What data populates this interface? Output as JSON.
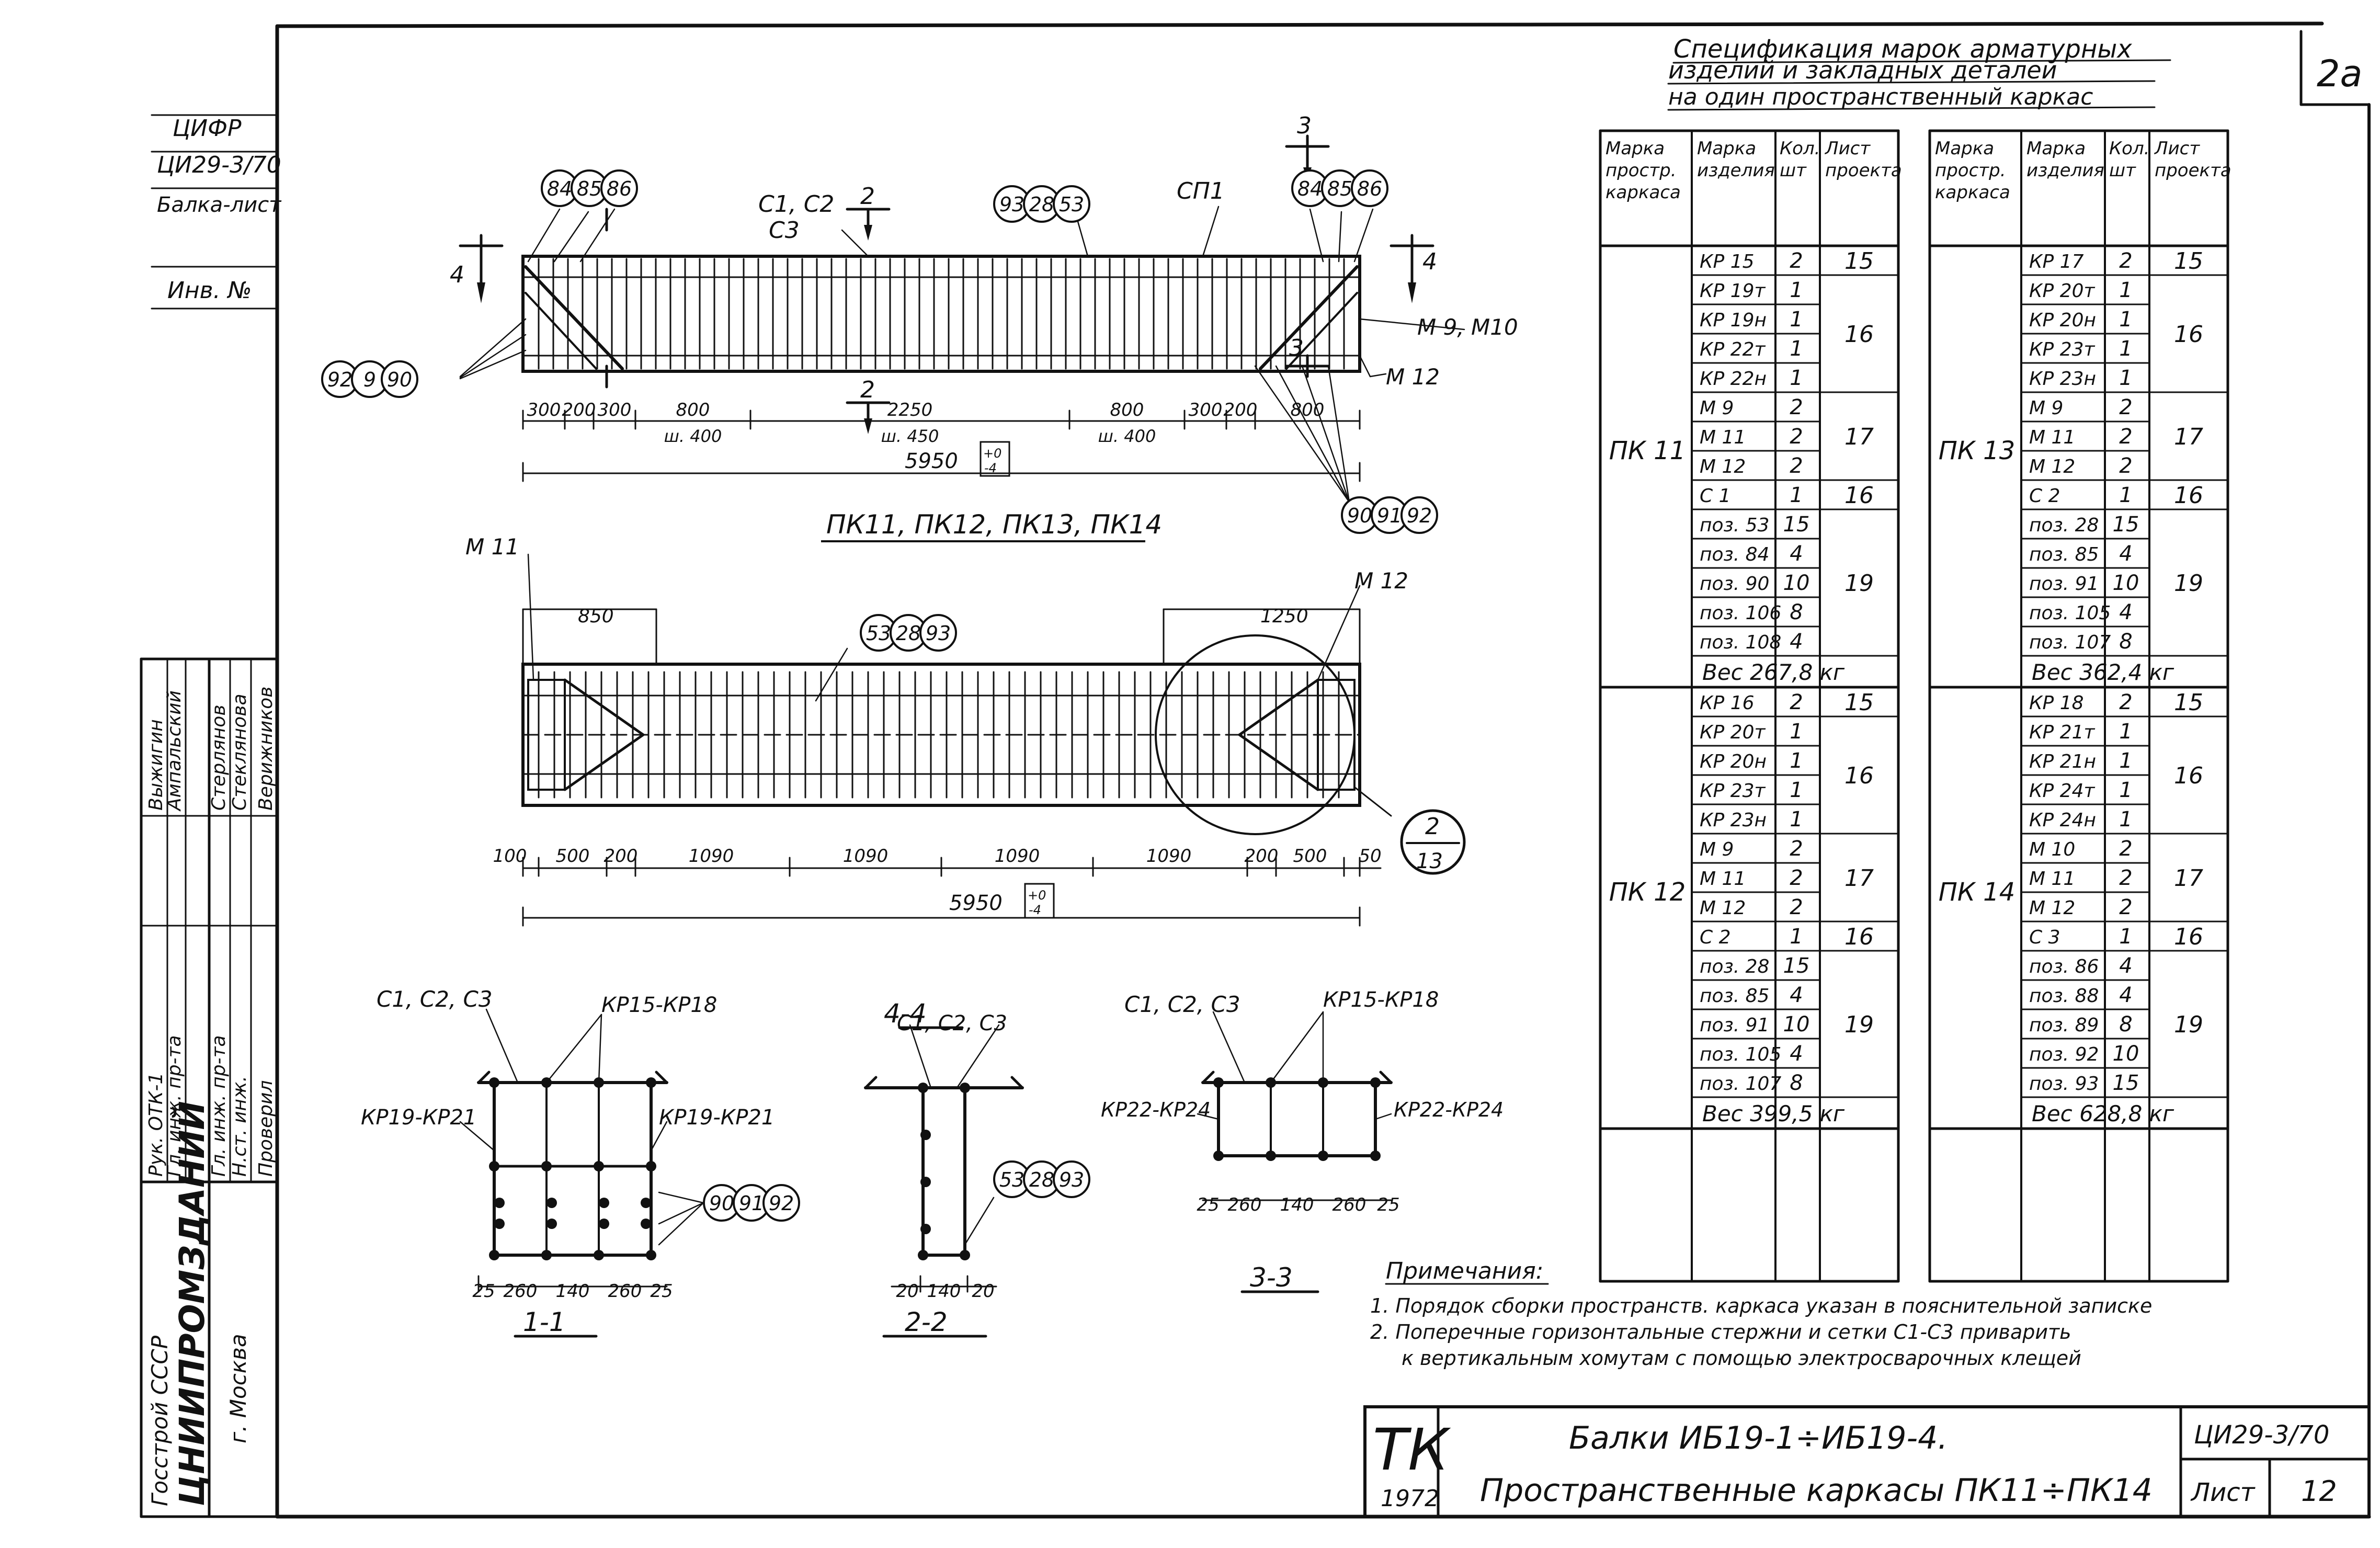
{
  "page_number": "2a",
  "side_stamp": {
    "code_top": "ЦИФР",
    "doc_code": "ЦИ29-3/70",
    "sheet_ref": "Балка-лист",
    "inv_label": "Инв. №",
    "staff": [
      {
        "role": "Рук. ОТК-1",
        "name": "Выжигин"
      },
      {
        "role": "Гл. инж. пр-та",
        "name": "Ампальский"
      },
      {
        "role": "Гл. инж. пр-та",
        "name": "Стерлянов"
      },
      {
        "role": "Н.ст. инж.",
        "name": "Стеклянова"
      },
      {
        "role": "Проверил",
        "name": "Верижников"
      }
    ],
    "org_line1": "Госстрой СССР",
    "org_line2": "ЦНИИПРОМЗДАНИЙ",
    "org_line3": "г. Москва"
  },
  "top_view": {
    "left_markers": [
      "84",
      "85",
      "86"
    ],
    "right_markers": [
      "84",
      "85",
      "86"
    ],
    "mid_markers": [
      "93",
      "28",
      "53"
    ],
    "left_end_markers": [
      "92",
      "9",
      "90"
    ],
    "right_bottom_markers": [
      "90",
      "91",
      "92"
    ],
    "label_c1c2": "С1, С2",
    "label_c3": "С3",
    "label_cp1": "СП1",
    "label_m9m10": "М 9, М10",
    "label_m12": "М 12",
    "sec2": "2",
    "sec3": "3",
    "sec4": "4",
    "dims": [
      "300",
      "200",
      "300",
      "800",
      "2250",
      "800",
      "300",
      "200",
      "800"
    ],
    "dims_sub": [
      "ш. 400",
      "ш. 450",
      "ш. 400"
    ],
    "total": "5950",
    "tol_plus": "+0",
    "tol_minus": "-4"
  },
  "plan_title": "ПК11, ПК12, ПК13, ПК14",
  "plan_view": {
    "label_m11": "М 11",
    "label_m12": "М 12",
    "markers": [
      "53",
      "28",
      "93"
    ],
    "dim_850": "850",
    "dim_1250": "1250",
    "dims": [
      "100",
      "500",
      "200",
      "1090",
      "1090",
      "1090",
      "1090",
      "200",
      "500",
      "50"
    ],
    "total": "5950",
    "tol_plus": "+0",
    "tol_minus": "-4",
    "detail_num": "2",
    "detail_sheet": "13"
  },
  "sections": {
    "s11": {
      "title": "1-1",
      "top_left": "С1, С2, С3",
      "top_right": "КР15-КР18",
      "left": "КР19-КР21",
      "right": "КР19-КР21",
      "markers": [
        "90",
        "91",
        "92"
      ],
      "dims": [
        "25",
        "260",
        "140",
        "260",
        "25"
      ]
    },
    "s22": {
      "title": "2-2",
      "top": "С1, С2, С3",
      "header": "4-4",
      "markers": [
        "53",
        "28",
        "93"
      ],
      "dims": [
        "20",
        "140",
        "20"
      ]
    },
    "s33": {
      "title": "3-3",
      "top_left": "С1, С2, С3",
      "top_right": "КР15-КР18",
      "left": "КР22-КР24",
      "right": "КР22-КР24",
      "dims": [
        "25",
        "260",
        "140",
        "260",
        "25"
      ]
    }
  },
  "spec": {
    "title1": "Спецификация марок арматурных",
    "title2": "изделий и закладных деталей",
    "title3": "на один пространственный каркас",
    "headers": [
      "Марка простр. каркаса",
      "Марка изделия",
      "Кол. шт",
      "Лист проекта"
    ],
    "left_groups": [
      {
        "mark": "ПК 11",
        "rows": [
          [
            "КР 15",
            "2"
          ],
          [
            "КР 19т",
            "1"
          ],
          [
            "КР 19н",
            "1"
          ],
          [
            "КР 22т",
            "1"
          ],
          [
            "КР 22н",
            "1"
          ],
          [
            "М 9",
            "2"
          ],
          [
            "М 11",
            "2"
          ],
          [
            "М 12",
            "2"
          ],
          [
            "С 1",
            "1"
          ],
          [
            "поз. 53",
            "15"
          ],
          [
            "поз. 84",
            "4"
          ],
          [
            "поз. 90",
            "10"
          ],
          [
            "поз. 106",
            "8"
          ],
          [
            "поз. 108",
            "4"
          ]
        ],
        "sheets": [
          [
            "15",
            0,
            1
          ],
          [
            "16",
            1,
            5
          ],
          [
            "17",
            5,
            8
          ],
          [
            "16",
            8,
            9
          ],
          [
            "19",
            9,
            14
          ]
        ],
        "weight": "Вес 267,8 кг"
      },
      {
        "mark": "ПК 12",
        "rows": [
          [
            "КР 16",
            "2"
          ],
          [
            "КР 20т",
            "1"
          ],
          [
            "КР 20н",
            "1"
          ],
          [
            "КР 23т",
            "1"
          ],
          [
            "КР 23н",
            "1"
          ],
          [
            "М 9",
            "2"
          ],
          [
            "М 11",
            "2"
          ],
          [
            "М 12",
            "2"
          ],
          [
            "С 2",
            "1"
          ],
          [
            "поз. 28",
            "15"
          ],
          [
            "поз. 85",
            "4"
          ],
          [
            "поз. 91",
            "10"
          ],
          [
            "поз. 105",
            "4"
          ],
          [
            "поз. 107",
            "8"
          ]
        ],
        "sheets": [
          [
            "15",
            0,
            1
          ],
          [
            "16",
            1,
            5
          ],
          [
            "17",
            5,
            8
          ],
          [
            "16",
            8,
            9
          ],
          [
            "19",
            9,
            14
          ]
        ],
        "weight": "Вес 399,5 кг"
      }
    ],
    "right_groups": [
      {
        "mark": "ПК 13",
        "rows": [
          [
            "КР 17",
            "2"
          ],
          [
            "КР 20т",
            "1"
          ],
          [
            "КР 20н",
            "1"
          ],
          [
            "КР 23т",
            "1"
          ],
          [
            "КР 23н",
            "1"
          ],
          [
            "М 9",
            "2"
          ],
          [
            "М 11",
            "2"
          ],
          [
            "М 12",
            "2"
          ],
          [
            "С 2",
            "1"
          ],
          [
            "поз. 28",
            "15"
          ],
          [
            "поз. 85",
            "4"
          ],
          [
            "поз. 91",
            "10"
          ],
          [
            "поз. 105",
            "4"
          ],
          [
            "поз. 107",
            "8"
          ]
        ],
        "sheets": [
          [
            "15",
            0,
            1
          ],
          [
            "16",
            1,
            5
          ],
          [
            "17",
            5,
            8
          ],
          [
            "16",
            8,
            9
          ],
          [
            "19",
            9,
            14
          ]
        ],
        "weight": "Вес 362,4 кг"
      },
      {
        "mark": "ПК 14",
        "rows": [
          [
            "КР 18",
            "2"
          ],
          [
            "КР 21т",
            "1"
          ],
          [
            "КР 21н",
            "1"
          ],
          [
            "КР 24т",
            "1"
          ],
          [
            "КР 24н",
            "1"
          ],
          [
            "М 10",
            "2"
          ],
          [
            "М 11",
            "2"
          ],
          [
            "М 12",
            "2"
          ],
          [
            "С 3",
            "1"
          ],
          [
            "поз. 86",
            "4"
          ],
          [
            "поз. 88",
            "4"
          ],
          [
            "поз. 89",
            "8"
          ],
          [
            "поз. 92",
            "10"
          ],
          [
            "поз. 93",
            "15"
          ]
        ],
        "sheets": [
          [
            "15",
            0,
            1
          ],
          [
            "16",
            1,
            5
          ],
          [
            "17",
            5,
            8
          ],
          [
            "16",
            8,
            9
          ],
          [
            "19",
            9,
            14
          ]
        ],
        "weight": "Вес 628,8 кг"
      }
    ]
  },
  "notes": {
    "title": "Примечания:",
    "items": [
      "1. Порядок сборки пространств. каркаса указан в пояснительной записке",
      "2. Поперечные горизонтальные стержни и сетки С1-С3 приварить",
      "к вертикальным хомутам с помощью электросварочных клещей"
    ]
  },
  "title_block": {
    "logo": "ТК",
    "year": "1972",
    "title1": "Балки ИБ19-1÷ИБ19-4.",
    "title2": "Пространственные каркасы ПК11÷ПК14",
    "code": "ЦИ29-3/70",
    "sheet_label": "Лист",
    "sheet_num": "12"
  }
}
